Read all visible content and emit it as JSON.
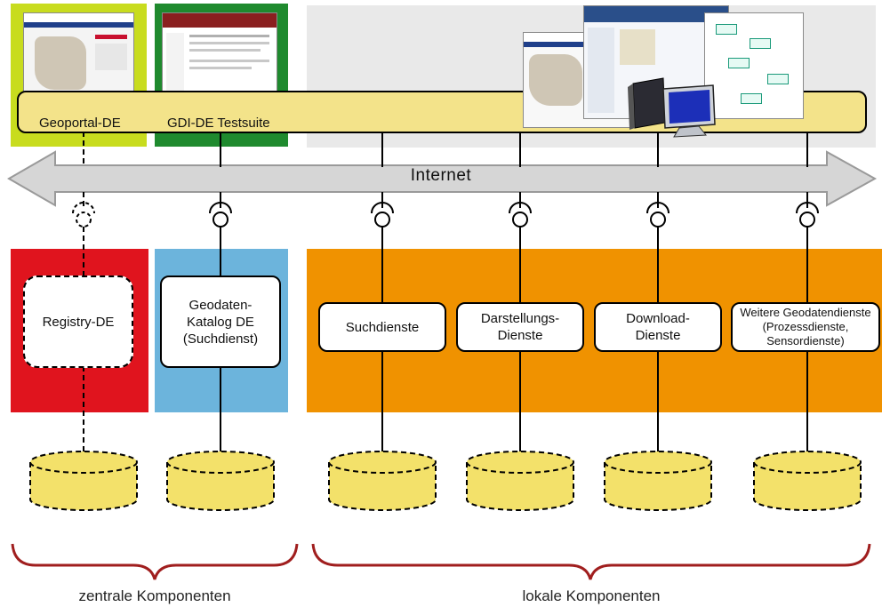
{
  "colors": {
    "geoportal_panel": "#c8dc1e",
    "testsuite_panel": "#1f8a2e",
    "clients_panel": "#e9e9e9",
    "client_bar": "#f3e38a",
    "registry_panel": "#e0141e",
    "catalog_panel": "#6cb4dc",
    "local_panel": "#f09200",
    "database_fill": "#f3e16a",
    "brace": "#a01e1e",
    "arrow_fill": "#d6d6d6"
  },
  "clients": {
    "geoportal_label": "Geoportal-DE",
    "testsuite_label": "GDI-DE Testsuite",
    "workstation_icon": "computer-icon"
  },
  "network": {
    "label": "Internet"
  },
  "services": {
    "registry": "Registry-DE",
    "catalog": "Geodaten-\nKatalog DE\n(Suchdienst)",
    "search": "Suchdienste",
    "view": "Darstellungs-\nDienste",
    "download": "Download-\nDienste",
    "further": "Weitere Geodatendienste\n(Prozessdienste,\nSensordienste)"
  },
  "groups": {
    "central": "zentrale Komponenten",
    "local": "lokale Komponenten"
  }
}
